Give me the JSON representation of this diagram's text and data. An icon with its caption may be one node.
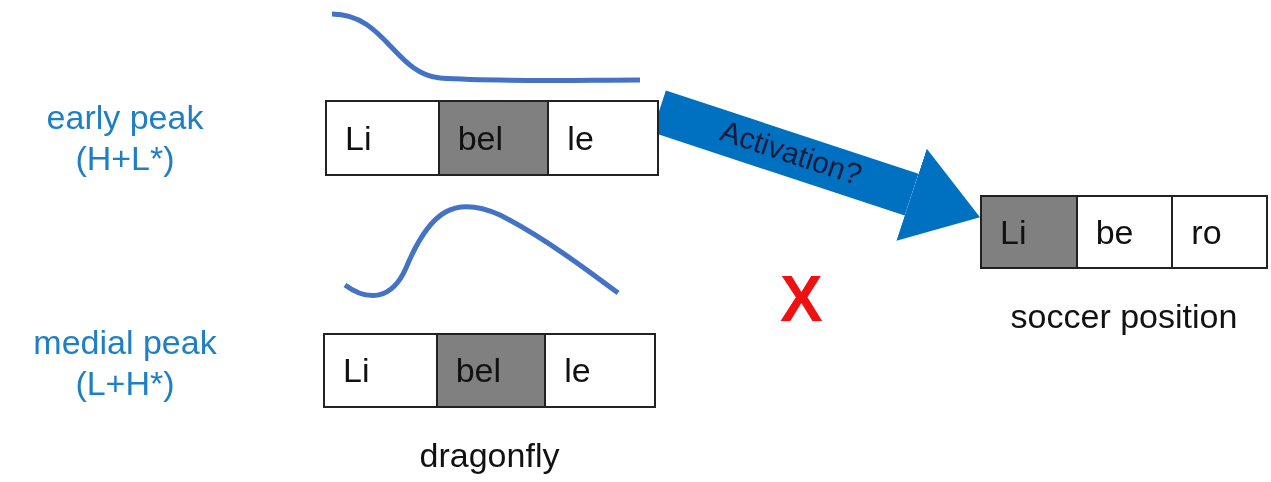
{
  "diagram": {
    "nodes": [
      {
        "text": [],
        "shape": "box"
      },
      {
        "text": [
          "Li"
        ],
        "in": 0
      },
      {
        "text": [
          "bel"
        ],
        "in": 0
      },
      {
        "text": [
          "le"
        ],
        "in": 0
      },
      {
        "text": [],
        "shape": "box",
        "beside": [
          "dragonfly"
        ]
      },
      {
        "text": [
          "Li"
        ],
        "in": 4
      },
      {
        "text": [
          "bel"
        ],
        "in": 4
      },
      {
        "text": [
          "le"
        ],
        "in": 4
      },
      {
        "text": [],
        "shape": "box",
        "beside": [
          "soccer position"
        ]
      },
      {
        "text": [
          "Li"
        ],
        "in": 8
      },
      {
        "text": [
          "be"
        ],
        "in": 8
      },
      {
        "text": [
          "ro"
        ],
        "in": 8
      }
    ],
    "edges": [
      {
        "from": 0,
        "to": 8,
        "arrow": "to",
        "label": "Activation?",
        "color": "#0070c0"
      }
    ],
    "labels": [
      "early peak (H+L*)",
      "medial peak (L+H*)",
      "X"
    ]
  }
}
